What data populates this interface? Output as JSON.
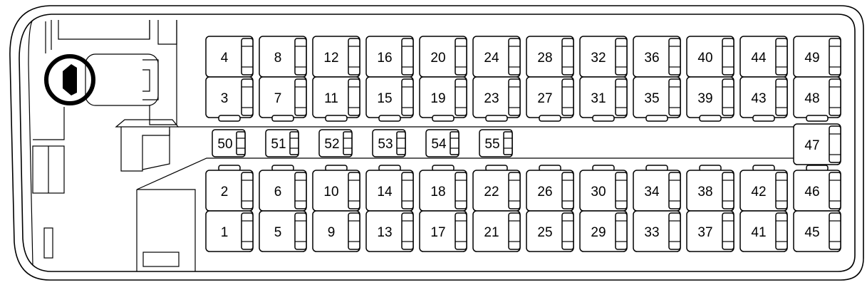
{
  "seats": {
    "upper_outer": [
      "4",
      "8",
      "12",
      "16",
      "20",
      "24",
      "28",
      "32",
      "36",
      "40",
      "44",
      "49"
    ],
    "upper_inner": [
      "3",
      "7",
      "11",
      "15",
      "19",
      "23",
      "27",
      "31",
      "35",
      "39",
      "43",
      "48"
    ],
    "aisle_jump": [
      "50",
      "51",
      "52",
      "53",
      "54",
      "55"
    ],
    "rear_aisle": "47",
    "lower_inner": [
      "2",
      "6",
      "10",
      "14",
      "18",
      "22",
      "26",
      "30",
      "34",
      "38",
      "42",
      "46"
    ],
    "lower_outer": [
      "1",
      "5",
      "9",
      "13",
      "17",
      "21",
      "25",
      "29",
      "33",
      "37",
      "41",
      "45"
    ]
  },
  "icons": {
    "steering": "steering-wheel-icon"
  }
}
